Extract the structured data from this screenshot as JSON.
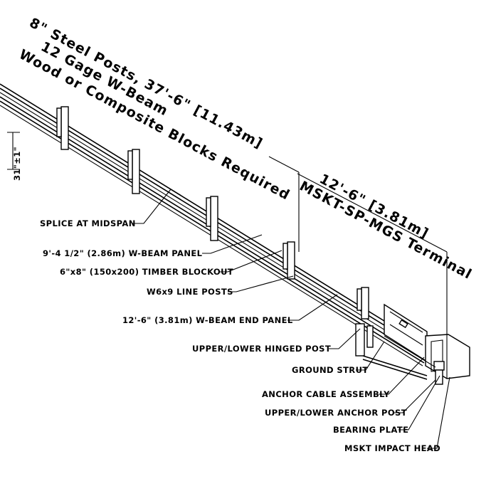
{
  "top_note": {
    "line1": "8\" Steel Posts, 37'-6\" [11.43m]",
    "line2": "Wood or Composite Blocks Required",
    "line3": "12 Gage W-Beam"
  },
  "height_dim": "31\"±1\"",
  "terminal_note": {
    "line1": "12'-6\" [3.81m]",
    "line2": "MSKT-SP-MGS Terminal"
  },
  "labels": {
    "splice": "SPLICE AT MIDSPAN",
    "panel": "9'-4 1/2\" (2.86m) W-BEAM PANEL",
    "blockout": "6\"x8\" (150x200) TIMBER BLOCKOUT",
    "line_posts": "W6x9 LINE POSTS",
    "end_panel": "12'-6\" (3.81m) W-BEAM END PANEL",
    "hinged_post": "UPPER/LOWER HINGED POST",
    "ground_strut": "GROUND STRUT",
    "anchor_cable": "ANCHOR CABLE ASSEMBLY",
    "anchor_post": "UPPER/LOWER ANCHOR POST",
    "bearing_plate": "BEARING PLATE",
    "impact_head": "MSKT IMPACT HEAD"
  }
}
